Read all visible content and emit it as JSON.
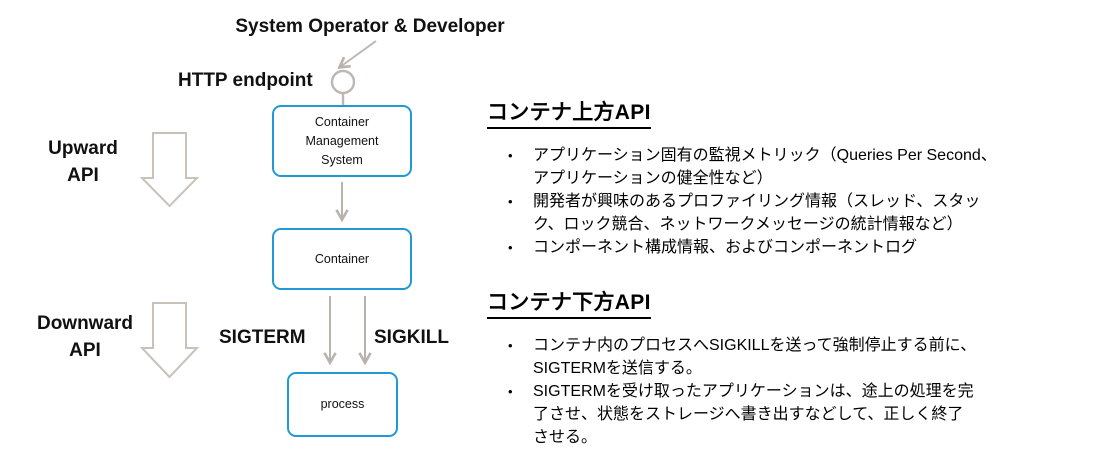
{
  "colors": {
    "box_border_blue": "#1f9ad6",
    "flow_arrow_gray": "#b9b3ad",
    "hollow_arrow_gray": "#c8c2bb",
    "text": "#000000"
  },
  "bullet_glyph": "•",
  "diagram": {
    "actor_label": "System Operator & Developer",
    "http_endpoint_label": "HTTP endpoint",
    "upward_api_label": "Upward\nAPI",
    "downward_api_label": "Downward\nAPI",
    "sigterm_label": "SIGTERM",
    "sigkill_label": "SIGKILL",
    "nodes": {
      "cms": "Container\nManagement\nSystem",
      "container": "Container",
      "process": "process"
    }
  },
  "sections": [
    {
      "title": "コンテナ上方API",
      "bullets": [
        "アプリケーション固有の監視メトリック（Queries Per Second、\nアプリケーションの健全性など）",
        "開発者が興味のあるプロファイリング情報（スレッド、スタッ\nク、ロック競合、ネットワークメッセージの統計情報など）",
        "コンポーネント構成情報、およびコンポーネントログ"
      ]
    },
    {
      "title": "コンテナ下方API",
      "bullets": [
        "コンテナ内のプロセスへSIGKILLを送って強制停止する前に、\nSIGTERMを送信する。",
        "SIGTERMを受け取ったアプリケーションは、途上の処理を完\n了させ、状態をストレージへ書き出すなどして、正しく終了\nさせる。"
      ]
    }
  ]
}
